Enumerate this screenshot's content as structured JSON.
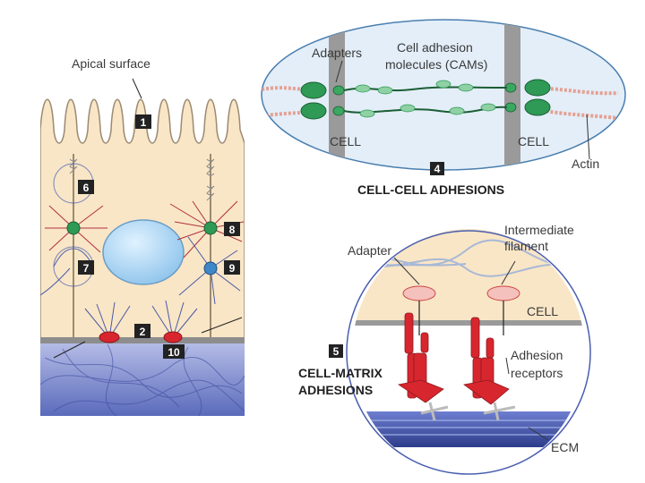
{
  "labels": {
    "apical_surface": "Apical surface",
    "adapters": "Adapters",
    "cams_line1": "Cell adhesion",
    "cams_line2": "molecules (CAMs)",
    "cell_left": "CELL",
    "cell_right": "CELL",
    "actin": "Actin",
    "cell_cell_title": "CELL-CELL ADHESIONS",
    "intermediate_line1": "Intermediate",
    "intermediate_line2": "filament",
    "adapter": "Adapter",
    "cell_bottom": "CELL",
    "adhesion_line1": "Adhesion",
    "adhesion_line2": "receptors",
    "cell_matrix_line1": "CELL-MATRIX",
    "cell_matrix_line2": "ADHESIONS",
    "ecm": "ECM"
  },
  "numbers": {
    "n1": "1",
    "n2": "2",
    "n4": "4",
    "n5": "5",
    "n6": "6",
    "n7": "7",
    "n8": "8",
    "n9": "9",
    "n10": "10"
  },
  "colors": {
    "cell_fill": "#f9e6c6",
    "membrane": "#9c8a72",
    "ecm_blue": "#4a5fb0",
    "cam_green": "#2e9a55",
    "receptor_red": "#d8262e",
    "badge": "#222222",
    "junction_blue": "#3f87c7"
  }
}
